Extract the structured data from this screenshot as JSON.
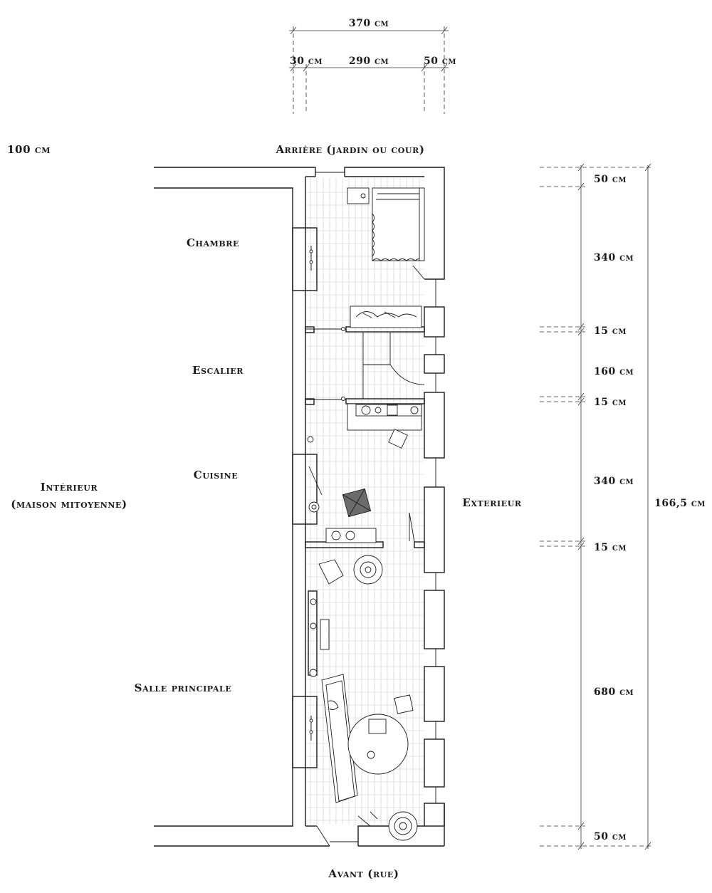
{
  "top_dims": {
    "total": "370 cm",
    "left": "30 cm",
    "middle": "290 cm",
    "right": "50 cm"
  },
  "labels": {
    "left_top": "100 cm",
    "rear": "Arrière (jardin ou cour)",
    "front": "Avant (rue)",
    "exterior": "Exterieur",
    "interior_line1": "Intérieur",
    "interior_line2": "(maison mitoyenne)"
  },
  "rooms": {
    "bedroom": "Chambre",
    "stairs": "Escalier",
    "kitchen": "Cuisine",
    "main_room": "Salle principale"
  },
  "right_dims": {
    "d1": "50 cm",
    "d2": "340 cm",
    "d3": "15 cm",
    "d4": "160 cm",
    "d5": "15 cm",
    "d6": "340 cm",
    "d7": "15 cm",
    "d8": "680 cm",
    "d9": "50 cm",
    "total": "166,5 cm"
  }
}
